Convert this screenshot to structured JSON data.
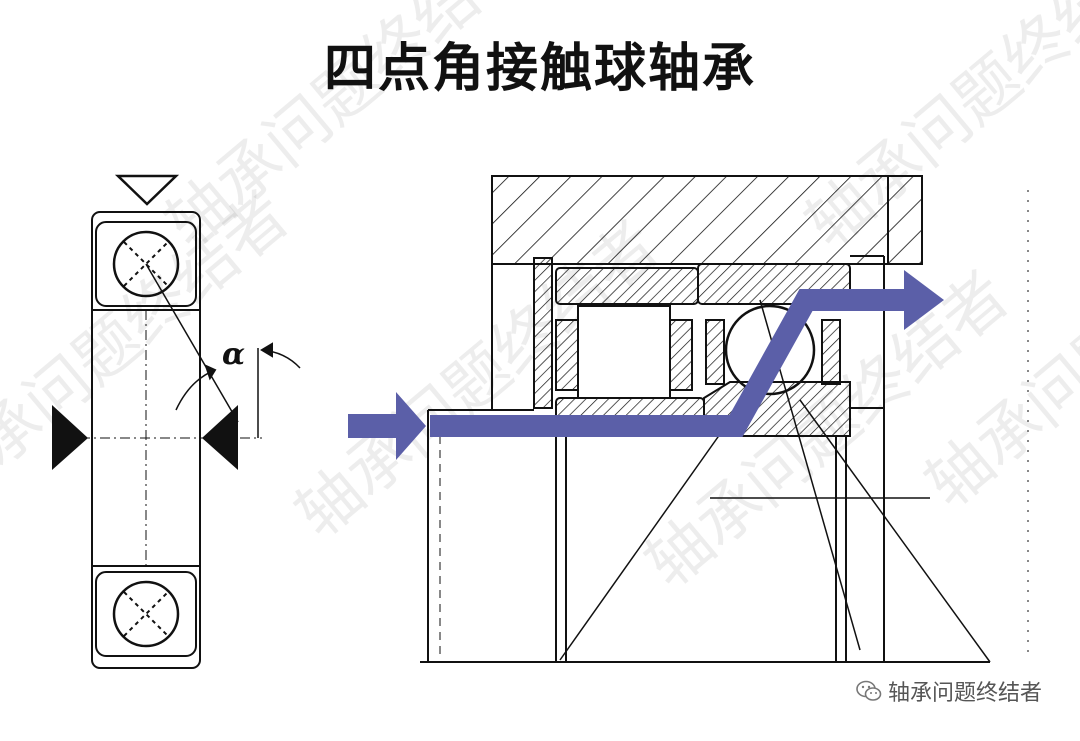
{
  "title": "四点角接触球轴承",
  "alpha_label": "α",
  "watermark_text": "轴承问题终结者",
  "brand": {
    "icon": "wechat-icon",
    "text": "轴承问题终结者"
  },
  "colors": {
    "load_arrow": "#5b5fa8",
    "line": "#111111"
  }
}
